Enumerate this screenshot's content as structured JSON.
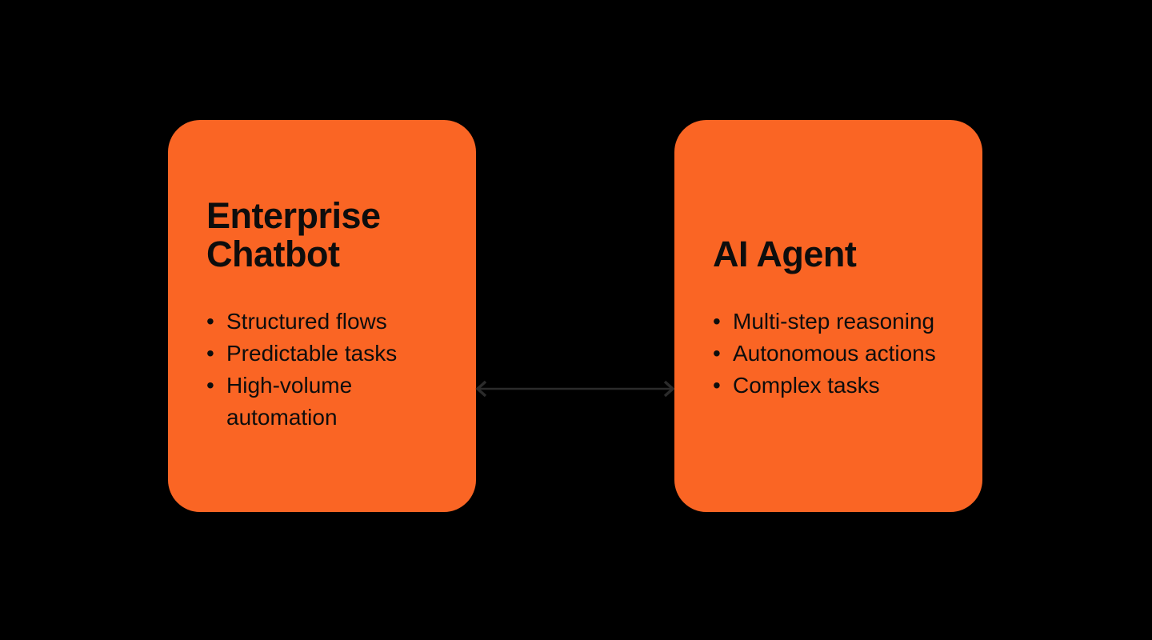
{
  "canvas": {
    "background_color": "#000000"
  },
  "colors": {
    "card_background": "#FA6524",
    "text": "#0D0D0D",
    "connector": "#2B2B2B"
  },
  "cards": [
    {
      "title": "Enterprise Chatbot",
      "bullets": [
        "Structured flows",
        "Predictable tasks",
        "High-volume automation"
      ]
    },
    {
      "title": "AI Agent",
      "bullets": [
        "Multi-step reasoning",
        "Autonomous actions",
        "Complex tasks"
      ]
    }
  ],
  "connector": {
    "style": "double-headed-arrow",
    "meaning": "comparison / relationship between Enterprise Chatbot and AI Agent"
  }
}
